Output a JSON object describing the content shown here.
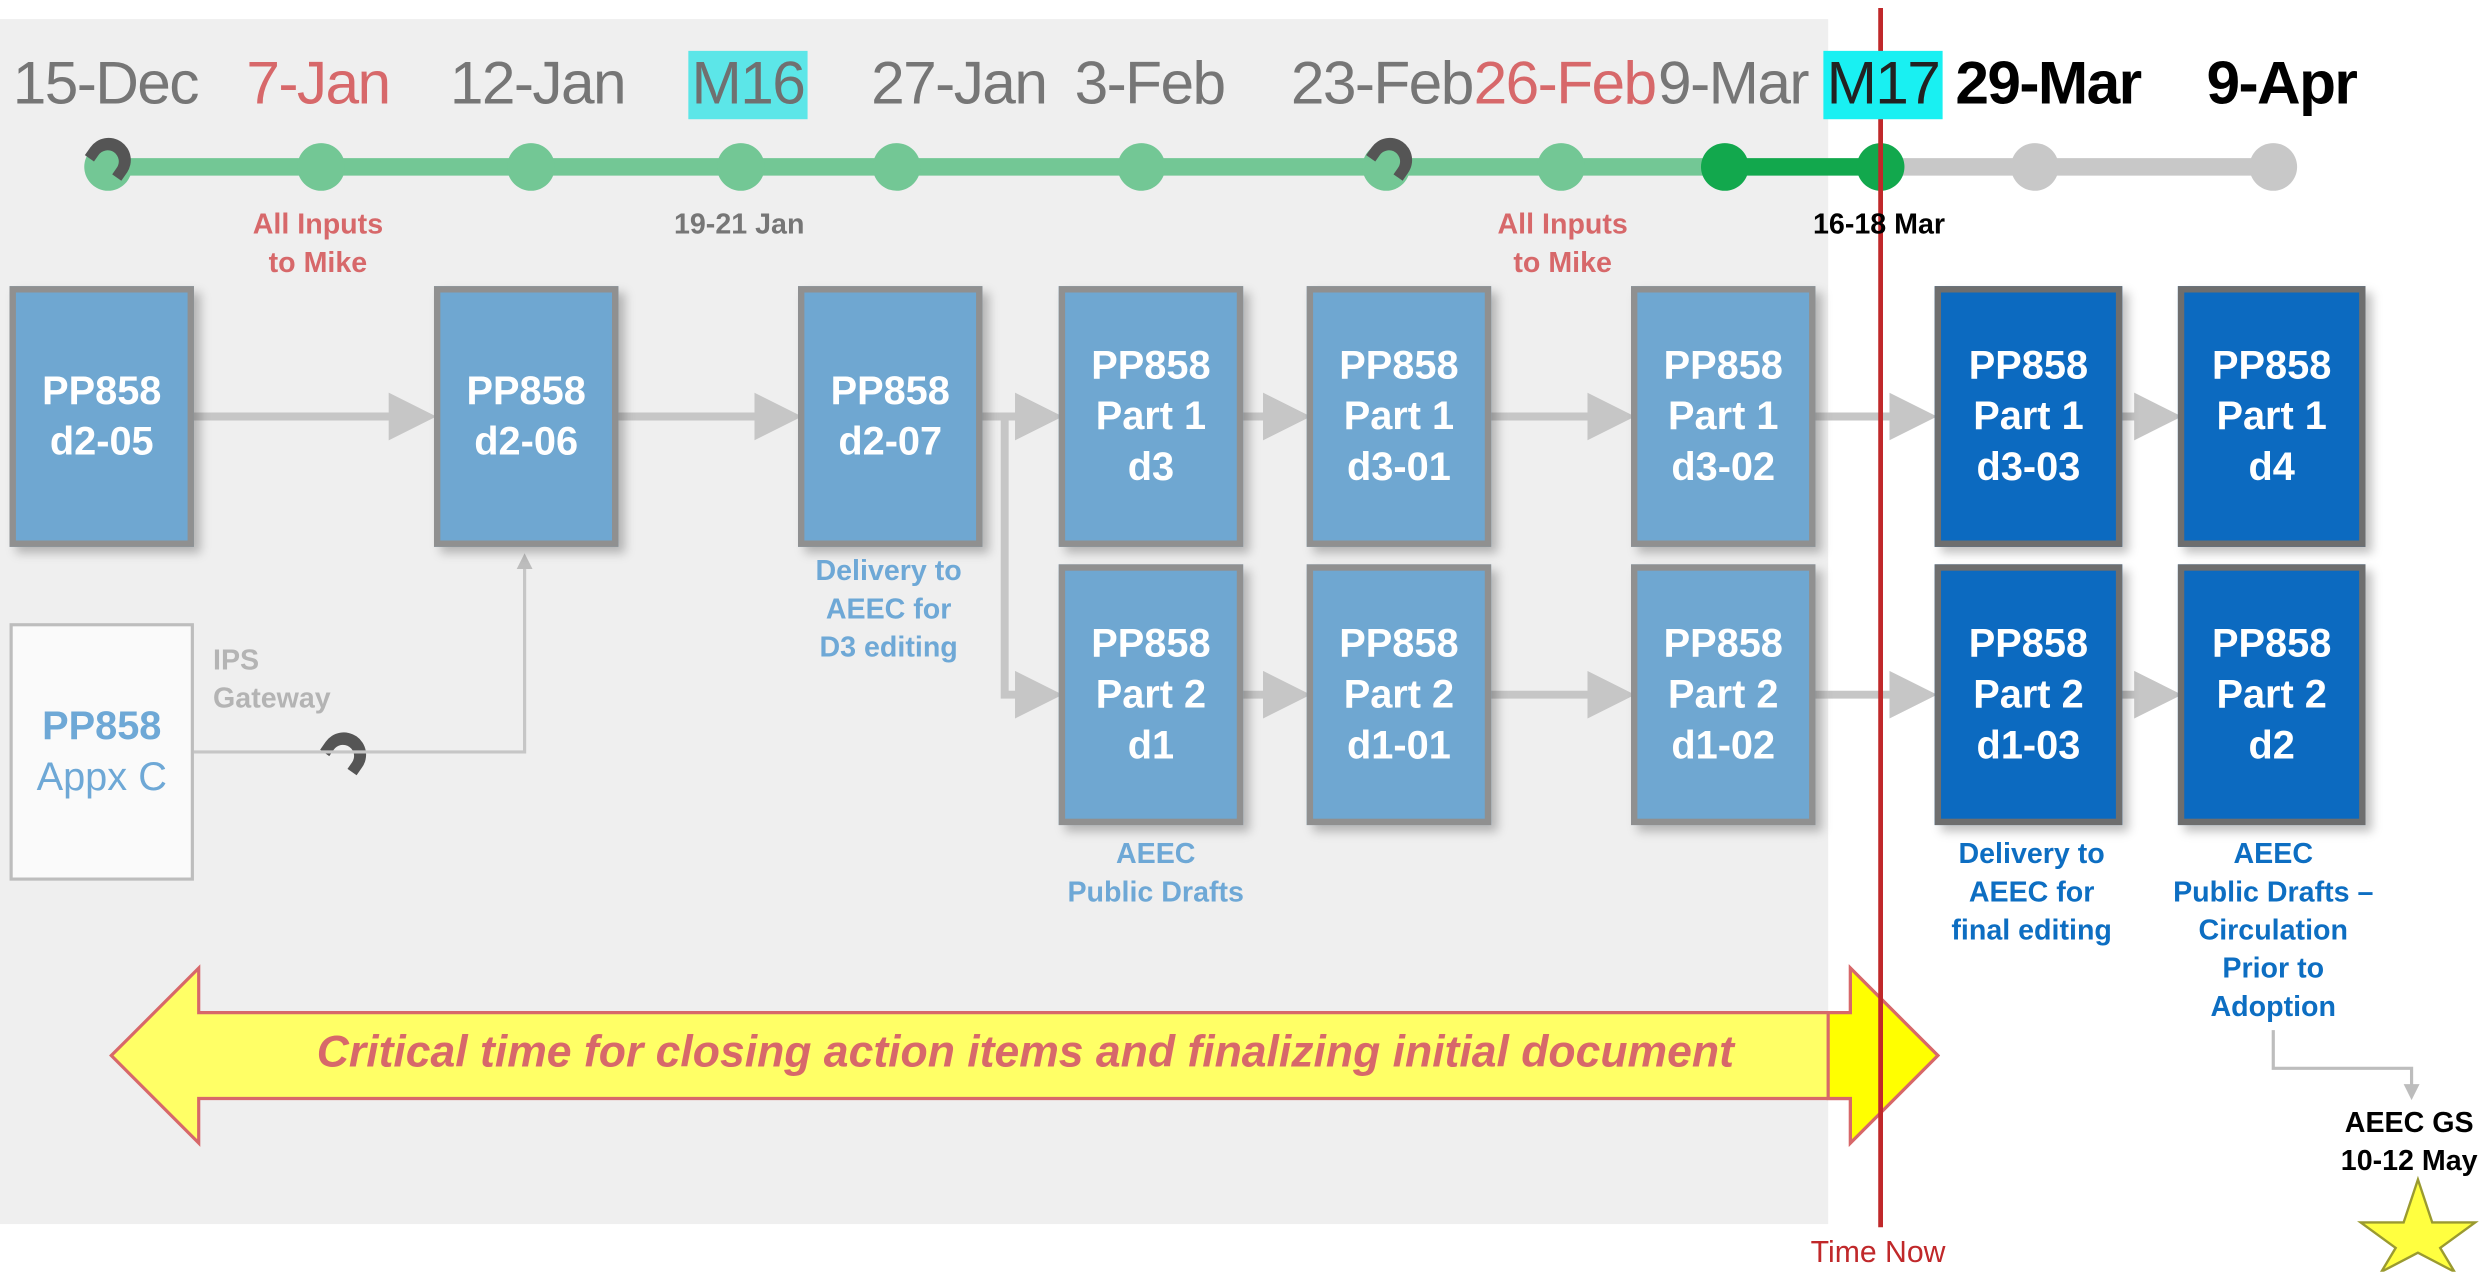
{
  "colors": {
    "shade": "#efefef",
    "timeline_done": "#73c795",
    "timeline_current": "#12a84d",
    "timeline_future": "#c8c8c8",
    "box_light": "#6fa7d1",
    "box_dark": "#0c6ac0",
    "milestone_highlight": "#5ce6e8",
    "time_now_line": "#c0282a",
    "banner_fill": "#ffff66",
    "banner_text": "#d7686a"
  },
  "timeline": {
    "dates": [
      "15-Dec",
      "7-Jan",
      "12-Jan",
      "M16",
      "27-Jan",
      "3-Feb",
      "23-Feb",
      "26-Feb",
      "9-Mar",
      "M17",
      "29-Mar",
      "9-Apr"
    ],
    "notes": {
      "inputs_jan_line1": "All Inputs",
      "inputs_jan_line2": "to Mike",
      "m16_dates": "19-21 Jan",
      "inputs_feb_line1": "All Inputs",
      "inputs_feb_line2": "to Mike",
      "m17_dates": "16-18 Mar"
    },
    "icons": [
      "phone-icon",
      "phone-icon",
      "phone-icon"
    ]
  },
  "documents": {
    "d205": [
      "PP858",
      "d2-05"
    ],
    "d206": [
      "PP858",
      "d2-06"
    ],
    "d207": [
      "PP858",
      "d2-07"
    ],
    "appx": [
      "PP858",
      "Appx C"
    ],
    "p1d3": [
      "PP858",
      "Part 1",
      "d3"
    ],
    "p1d301": [
      "PP858",
      "Part 1",
      "d3-01"
    ],
    "p1d302": [
      "PP858",
      "Part 1",
      "d3-02"
    ],
    "p1d303": [
      "PP858",
      "Part 1",
      "d3-03"
    ],
    "p1d4": [
      "PP858",
      "Part 1",
      "d4"
    ],
    "p2d1": [
      "PP858",
      "Part 2",
      "d1"
    ],
    "p2d101": [
      "PP858",
      "Part 2",
      "d1-01"
    ],
    "p2d102": [
      "PP858",
      "Part 2",
      "d1-02"
    ],
    "p2d103": [
      "PP858",
      "Part 2",
      "d1-03"
    ],
    "p2d2": [
      "PP858",
      "Part 2",
      "d2"
    ]
  },
  "labels": {
    "ips_gateway": [
      "IPS",
      "Gateway"
    ],
    "delivery_d3": [
      "Delivery to",
      "AEEC for",
      "D3 editing"
    ],
    "public_drafts": [
      "AEEC",
      "Public Drafts"
    ],
    "delivery_final": [
      "Delivery to",
      "AEEC for",
      "final editing"
    ],
    "public_drafts_final": [
      "AEEC",
      "Public Drafts –",
      "Circulation",
      "Prior to",
      "Adoption"
    ],
    "aeec_gs": [
      "AEEC GS",
      "10-12 May"
    ],
    "time_now": "Time Now"
  },
  "banner": {
    "text": "Critical time for closing action items and finalizing initial document"
  }
}
